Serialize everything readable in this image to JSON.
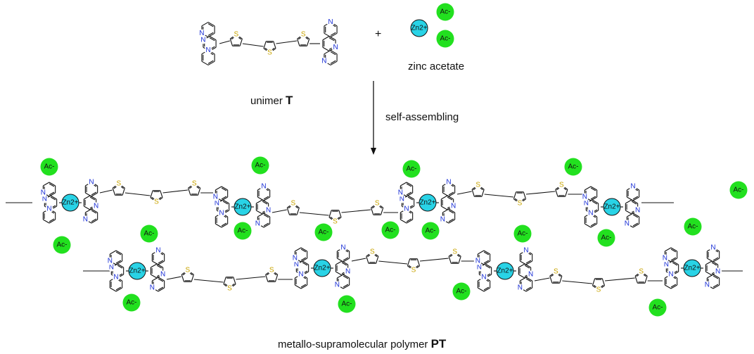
{
  "labels": {
    "unimer_prefix": "unimer",
    "unimer_bold": "T",
    "plus": "+",
    "zinc_acetate": "zinc acetate",
    "process": "self-assembling",
    "polymer_prefix": "metallo-supramolecular polymer",
    "polymer_bold": "PT"
  },
  "atoms": {
    "zinc": "Zn2+",
    "acetate": "Ac-",
    "nitrogen": "N",
    "sulfur": "S"
  },
  "colors": {
    "zinc_fill": "#29d3e6",
    "acetate_fill": "#22e01f",
    "nitrogen": "#1a2fd6",
    "sulfur": "#c9a400",
    "bond": "#111111"
  }
}
